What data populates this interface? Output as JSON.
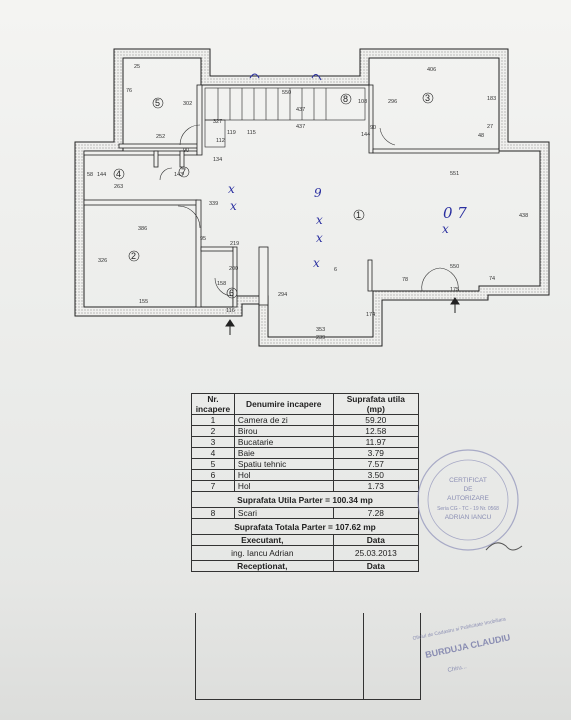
{
  "rooms": [
    {
      "nr": "1",
      "name": "Camera de zi",
      "area": "59.20"
    },
    {
      "nr": "2",
      "name": "Birou",
      "area": "12.58"
    },
    {
      "nr": "3",
      "name": "Bucatarie",
      "area": "11.97"
    },
    {
      "nr": "4",
      "name": "Baie",
      "area": "3.79"
    },
    {
      "nr": "5",
      "name": "Spatiu tehnic",
      "area": "7.57"
    },
    {
      "nr": "6",
      "name": "Hol",
      "area": "3.50"
    },
    {
      "nr": "7",
      "name": "Hol",
      "area": "1.73"
    }
  ],
  "table": {
    "head_nr": "Nr. incapere",
    "head_name": "Denumire incapere",
    "head_area": "Suprafata utila (mp)",
    "total_utila": "Suprafata Utila Parter = 100.34 mp",
    "stairs_nr": "8",
    "stairs_name": "Scari",
    "stairs_area": "7.28",
    "total": "Suprafata Totala Parter = 107.62 mp",
    "executant_label": "Executant,",
    "data_label": "Data",
    "executant_name": "ing. Iancu Adrian",
    "executant_date": "25.03.2013",
    "receptionat_label": "Receptionat,",
    "data_label2": "Data"
  },
  "plan": {
    "room_numbers": [
      "1",
      "2",
      "3",
      "4",
      "5",
      "6",
      "7",
      "8"
    ],
    "dimensions": {
      "d550_top": "550",
      "d437a": "437",
      "d437b": "437",
      "d406": "406",
      "d108": "108",
      "d296": "296",
      "d183": "183",
      "d48": "48",
      "d27": "27",
      "d252": "252",
      "d302": "302",
      "d76": "76",
      "d25": "25",
      "d327": "327",
      "d119": "119",
      "d115": "115",
      "d112": "112",
      "d134": "134",
      "d90a": "90",
      "d90b": "90",
      "d144": "144",
      "d551": "551",
      "d438": "438",
      "d263": "263",
      "d144b": "144",
      "d58": "58",
      "d143": "143",
      "d386": "386",
      "d326": "326",
      "d155": "155",
      "d339": "339",
      "d95": "95",
      "d219": "219",
      "d200": "200",
      "d158": "158",
      "d116": "116",
      "d294": "294",
      "d353": "353",
      "d239": "239",
      "d174": "174",
      "d78": "78",
      "d175": "175",
      "d550b": "550",
      "d74": "74"
    },
    "handwritten": [
      "0 7",
      "x",
      "9",
      "x",
      "x",
      "x",
      "x",
      "x",
      "6"
    ]
  },
  "stamp": {
    "line1": "CERTIFICAT",
    "line2": "DE",
    "line3": "AUTORIZARE",
    "line4": "Seria CG - TC - 19 Nr. 0568",
    "line5": "ADRIAN IANCU",
    "line6": "BURDUJA CLAUDIU",
    "line7": "Oficiul de Cadastru si Publicitate Imobiliara",
    "line8": "Chiru..."
  }
}
